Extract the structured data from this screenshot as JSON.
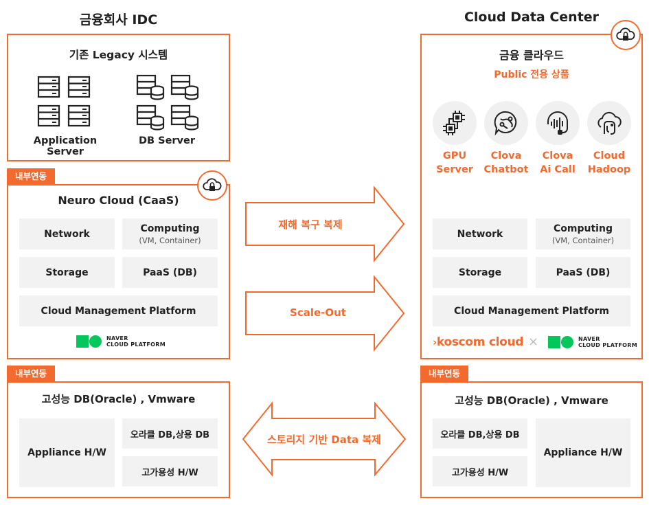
{
  "left": {
    "title": "금융회사 IDC",
    "legacy": {
      "title": "기존 Legacy 시스템",
      "app_server": "Application Server",
      "db_server": "DB Server"
    },
    "neuro": {
      "tag": "내부연동",
      "title": "Neuro Cloud (CaaS)",
      "network": "Network",
      "computing": "Computing",
      "computing_sub": "(VM, Container)",
      "storage": "Storage",
      "paas": "PaaS (DB)",
      "cmp": "Cloud Management Platform",
      "logo_naver": "NAVER",
      "logo_cp": "CLOUD PLATFORM"
    },
    "highdb": {
      "tag": "내부연동",
      "title": "고성능 DB(Oracle) , Vmware",
      "appliance": "Appliance H/W",
      "oracle": "오라클 DB,상용 DB",
      "ha": "고가용성 H/W"
    }
  },
  "arrows": {
    "dr": "재해 복구 복제",
    "scale": "Scale-Out",
    "storage": "스토리지 기반 Data 복제"
  },
  "right": {
    "title": "Cloud Data Center",
    "fin": {
      "title": "금융 클라우드",
      "subtitle": "Public 전용 상품",
      "services": [
        {
          "line1": "GPU",
          "line2": "Server"
        },
        {
          "line1": "Clova",
          "line2": "Chatbot"
        },
        {
          "line1": "Clova",
          "line2": "Ai Call"
        },
        {
          "line1": "Cloud",
          "line2": "Hadoop"
        }
      ],
      "network": "Network",
      "computing": "Computing",
      "computing_sub": "(VM, Container)",
      "storage": "Storage",
      "paas": "PaaS (DB)",
      "cmp": "Cloud Management Platform",
      "koscom": "koscom cloud",
      "times": "×",
      "logo_naver": "NAVER",
      "logo_cp": "CLOUD PLATFORM"
    },
    "highdb": {
      "tag": "내부연동",
      "title": "고성능 DB(Oracle) , Vmware",
      "appliance": "Appliance H/W",
      "oracle": "오라클 DB,상용 DB",
      "ha": "고가용성 H/W"
    }
  },
  "colors": {
    "accent": "#f26a2e",
    "cell": "#f2f2f2",
    "ncp_green": "#03c75a"
  }
}
